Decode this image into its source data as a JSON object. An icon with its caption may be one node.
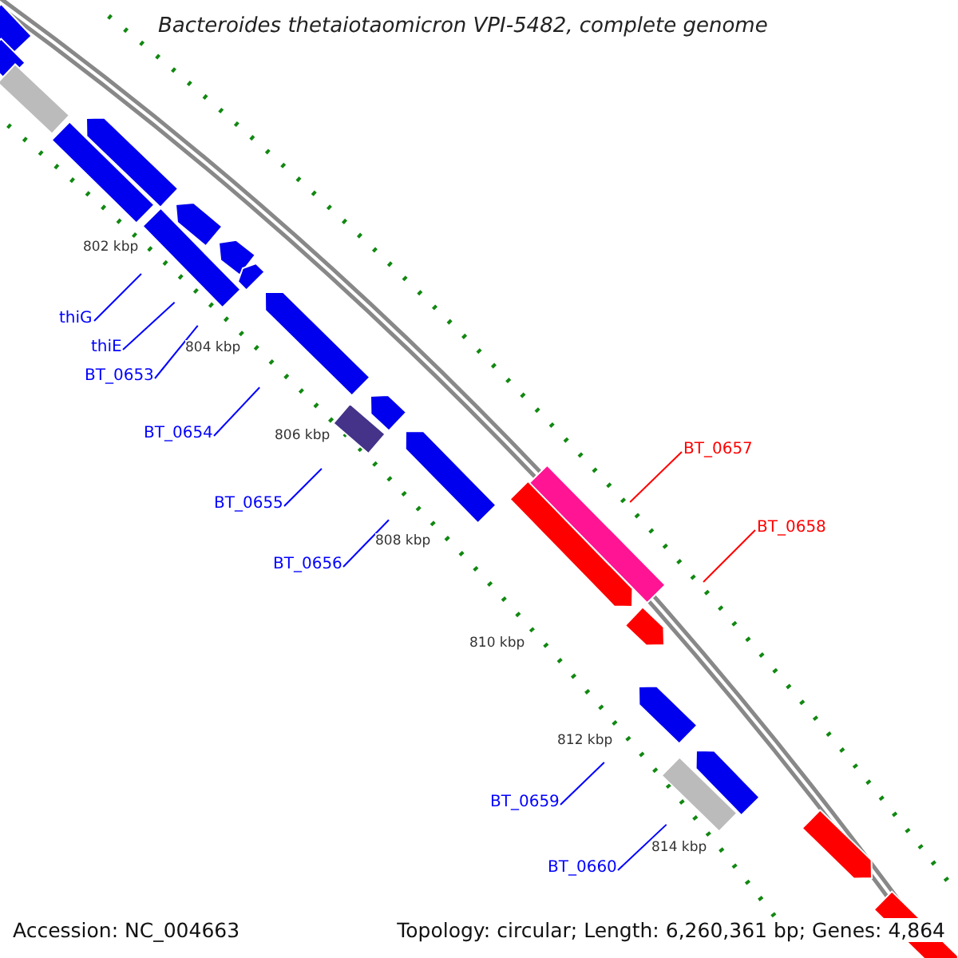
{
  "diagram": {
    "title": "Bacteroides thetaiotaomicron VPI-5482, complete genome",
    "nodes": [
      {
        "text": [
          "thiG"
        ]
      },
      {
        "text": [
          "thiE"
        ]
      },
      {
        "text": [
          "BT_0653"
        ]
      },
      {
        "text": [
          "BT_0654"
        ]
      },
      {
        "text": [
          "BT_0655"
        ]
      },
      {
        "text": [
          "BT_0656"
        ]
      },
      {
        "text": [
          "BT_0657"
        ]
      },
      {
        "text": [
          "BT_0658"
        ]
      },
      {
        "text": [
          "BT_0659"
        ]
      },
      {
        "text": [
          "BT_0660"
        ]
      }
    ],
    "edges": [
      {
        "from": 0,
        "to": null,
        "arrow": "none",
        "color": "#0000ff"
      },
      {
        "from": 1,
        "to": null,
        "arrow": "none",
        "color": "#0000ff"
      },
      {
        "from": 2,
        "to": null,
        "arrow": "none",
        "color": "#0000ff"
      },
      {
        "from": 3,
        "to": null,
        "arrow": "none",
        "color": "#0000ff"
      },
      {
        "from": 4,
        "to": null,
        "arrow": "none",
        "color": "#0000ff"
      },
      {
        "from": 5,
        "to": null,
        "arrow": "none",
        "color": "#0000ff"
      },
      {
        "from": 6,
        "to": null,
        "arrow": "none",
        "color": "#ff0000"
      },
      {
        "from": 7,
        "to": null,
        "arrow": "none",
        "color": "#ff0000"
      },
      {
        "from": 8,
        "to": null,
        "arrow": "none",
        "color": "#0000ff"
      },
      {
        "from": 9,
        "to": null,
        "arrow": "none",
        "color": "#0000ff"
      }
    ],
    "labels": [
      "802 kbp",
      "804 kbp",
      "806 kbp",
      "808 kbp",
      "810 kbp",
      "812 kbp",
      "814 kbp",
      "Accession: NC_004663",
      "Topology: circular; Length: 6,260,361 bp; Genes: 4,864"
    ]
  }
}
